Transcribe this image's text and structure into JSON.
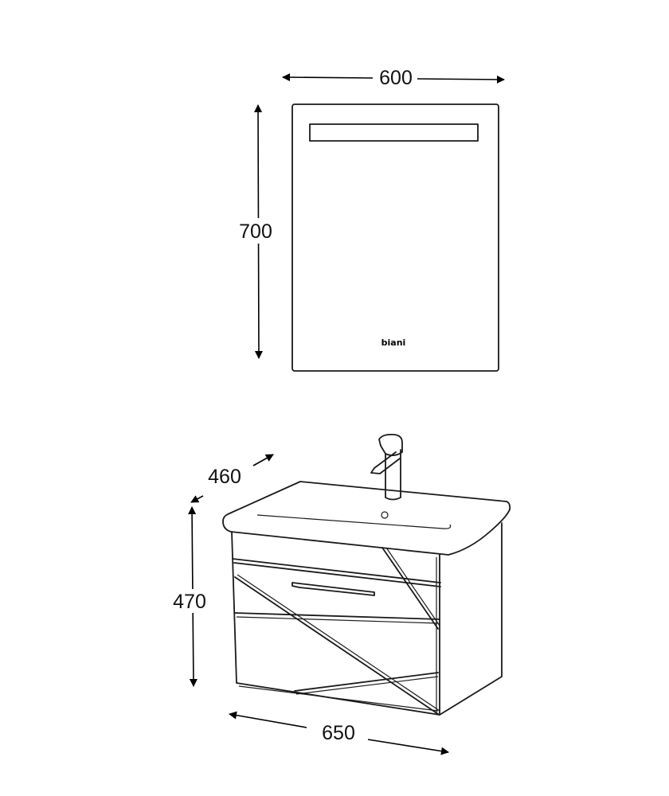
{
  "dimensions": {
    "mirror_width": "600",
    "mirror_height": "700",
    "cabinet_depth": "460",
    "cabinet_height": "470",
    "cabinet_width": "650"
  },
  "mirror": {
    "logo": "biani"
  },
  "colors": {
    "line": "#1a1a1a",
    "background": "#ffffff"
  }
}
